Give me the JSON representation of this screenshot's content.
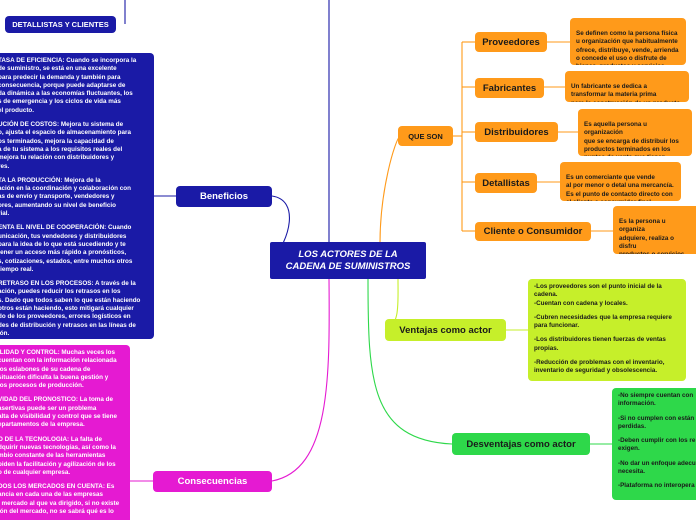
{
  "colors": {
    "central": "#1a1aa6",
    "providers_branch": "#ff9a1a",
    "benefits_branch": "#1a1aa6",
    "consequences_branch": "#e51ad2",
    "advantages_branch": "#c6ef2a",
    "disadvantages_branch": "#2ed84a"
  },
  "central": {
    "title": "LOS ACTORES DE LA\nCADENA DE SUMINISTROS"
  },
  "top_label": "DETALLISTAS Y CLIENTES",
  "que_son": {
    "label": "QUE SON",
    "items": [
      {
        "name": "Proveedores",
        "desc": "Se definen como la persona física\nu organización que habitualmente\nofrece, distribuye, vende, arrienda\no concede el uso o disfrute de\nbienes, productos y servicios."
      },
      {
        "name": "Fabricantes",
        "desc": "Un fabricante se dedica a\ntransformar la materia prima\npara la construcción de un producto."
      },
      {
        "name": "Distribuidores",
        "desc": "Es aquella persona u organización\nque se encarga de distribuir los\nproductos terminados en los\npuntos de venta que tienen\ncontacto con el consumidor final."
      },
      {
        "name": "Detallistas",
        "desc": "Es un comerciante que vende\nal por menor o detal una mercancía.\nEs el punto de contacto directo con\nel cliente o consumidor final."
      },
      {
        "name": "Cliente o Consumidor",
        "desc": "Es la persona u organiza\nadquiere, realiza o disfru\nproductos o servicios. Pa\nla cadena de abastecimie\na que estos son la razón"
      }
    ]
  },
  "beneficios": {
    "label": "Beneficios",
    "paragraphs": [
      "TASA DE EFICIENCIA: Cuando se incorpora la\nde suministro, se está en una excelente\npara predecir la demanda y también para\n consecuencia, porque puede adaptarse de\nda dinámica a las economías fluctuantes, los\ns de emergencia y los ciclos de vida más\nel producto.",
      "UCIÓN DE COSTOS: Mejora tu sistema de\no, ajusta el espacio de almacenamiento para\nos terminados, mejora la capacidad de\na de tu sistema a los requisitos reales del\nmejora tu relación con distribuidores y\nres.",
      "TA LA PRODUCCIÓN: Mejora de la\nación en la coordinación y colaboración con\nas de envío y transporte, vendedores y\nores, aumentando su nivel de beneficio\nrial.",
      "ENTA EL NIVEL DE COOPERACIÓN: Cuando\nunicación, tus vendedores y distribuidores\npara la idea de lo que está sucediendo y te\n tener un acceso más rápido a pronósticos,\ns, cotizaciones, estados, entre muchos otros\n tiempo real.",
      " RETRASO EN LOS PROCESOS: A través de la\nación, puedes reducir los retrasos en los\ns. Dado que todos saben lo que están haciendo\notros están haciendo, esto mitigará cualquier\ndo de los proveedores, errores logísticos en\ndes de distribución y retrasos en las líneas de\nión."
    ]
  },
  "consecuencias": {
    "label": "Consecuencias",
    "paragraphs": [
      "ILIDAD Y CONTROL: Muchas veces los\n cuentan con la información relacionada\nlos eslabones de su cadena de\n situación dificulta la buena gestión y\n los procesos de producción.",
      "VIDAD DEL PRONOSTICO: La toma de\n asertivas puede ser un problema\nalta de visibilidad y control que se tiene\nepartamentos de la empresa.",
      "O DE LA TECNOLOGIA: La falta de\ndquirir nuevas tecnologías, así como la\nmbio constante de las herramientas\npiden la facilitación y agilización de los\no de cualquier empresa.",
      "DOS LOS MERCADOS EN CUENTA: Es\nancia en cada una de las empresas\nl mercado al que va dirigido, si no existe\nión del mercado, no se sabrá qué es lo"
    ]
  },
  "ventajas": {
    "label": "Ventajas como actor",
    "paragraphs": [
      "-Los proveedores son el punto inicial de la\ncadena.\n-Cuentan con cadena y locales.",
      "-Cubren necesidades que la empresa requiere\npara funcionar.",
      "-Los distribuidores tienen fuerzas de ventas\npropias.",
      "-Reducción de problemas con el inventario,\ninventario de seguridad y obsolescencia."
    ]
  },
  "desventajas": {
    "label": "Desventajas como actor",
    "paragraphs": [
      "-No siempre cuentan con\ninformación.",
      "-Si no cumplen con están\nperdidas.",
      "-Deben cumplir con los re\nexigen.",
      "-No dar un enfoque adecu\nnecesita.",
      "-Plataforma no interopera"
    ]
  }
}
